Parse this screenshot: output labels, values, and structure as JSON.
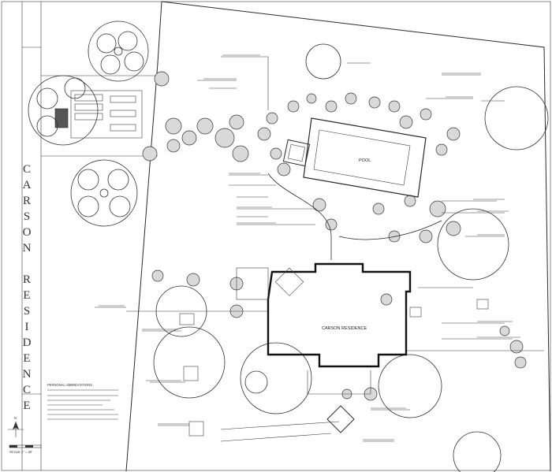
{
  "title_block": {
    "project_title": "CARSON RESIDENCE",
    "title_letters": [
      "C",
      "A",
      "R",
      "S",
      "O",
      "N",
      "",
      "R",
      "E",
      "S",
      "I",
      "D",
      "E",
      "N",
      "C",
      "E"
    ]
  },
  "house": {
    "label": "CARSON RESIDENCE"
  },
  "pool": {
    "label": "POOL"
  },
  "legend": {
    "heading": "PERSONAL ABBREVIATIONS"
  },
  "scale": {
    "label": "SCALE 1\" = 20'"
  },
  "north": {
    "label": "N"
  }
}
